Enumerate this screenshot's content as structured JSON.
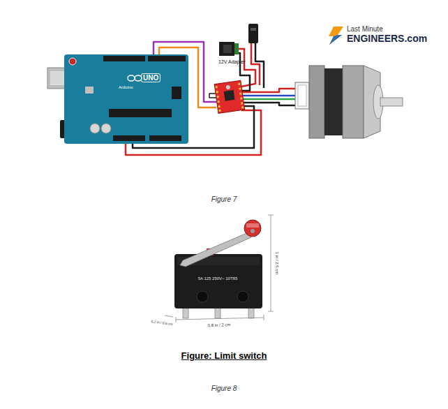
{
  "diagram": {
    "nodes": [
      {
        "text": [
          "UNO",
          "Arduino"
        ]
      }
    ],
    "labels": [
      "Last Minute",
      "ENGINEERS.com",
      "12V Adapter",
      "Figure 7",
      "1 in / 2.5 cm",
      "0.8 in / 2 cm",
      "0.2 in / 0.6 cm",
      "5A 125 250V~ 10T85",
      "Figure: Limit switch",
      "Figure 8"
    ]
  }
}
